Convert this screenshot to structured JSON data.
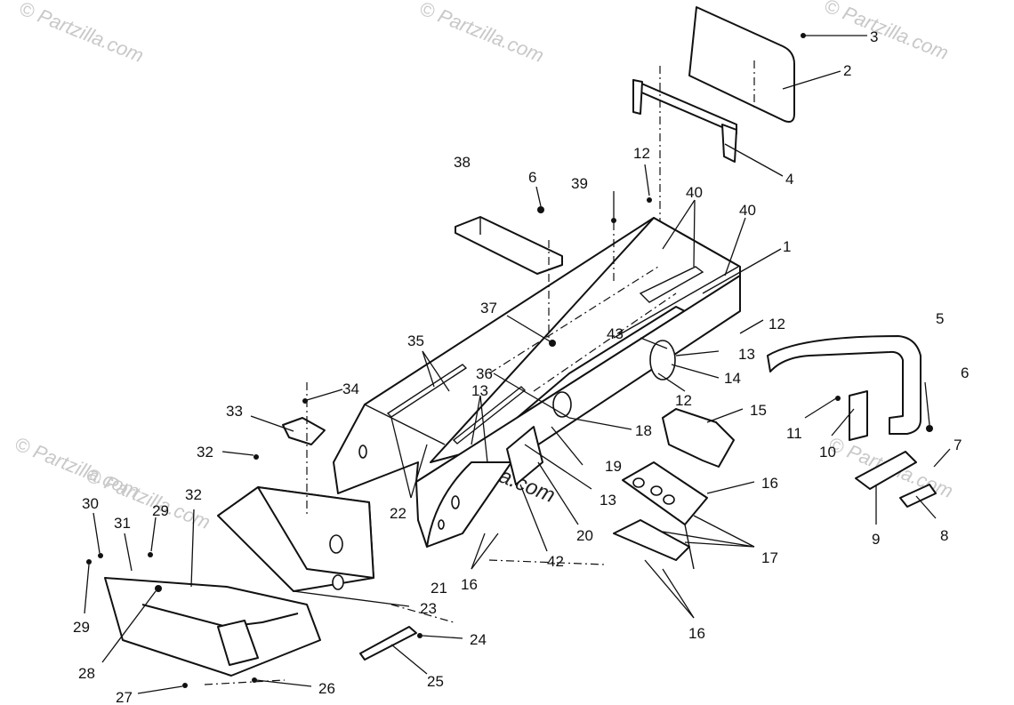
{
  "watermarks": {
    "w1": "© Partzilla.com",
    "w2": "© Partzilla.com",
    "w3": "© Partzilla.com",
    "w4": "© Partzilla.com",
    "w5": "© Partzilla.com",
    "w6": "© Partzilla.com",
    "center": "© Partzilla.com"
  },
  "callouts": {
    "c1": "1",
    "c2": "2",
    "c3": "3",
    "c4": "4",
    "c5": "5",
    "c6a": "6",
    "c6b": "6",
    "c7": "7",
    "c8": "8",
    "c9": "9",
    "c10": "10",
    "c11": "11",
    "c12a": "12",
    "c12b": "12",
    "c12c": "12",
    "c13a": "13",
    "c13b": "13",
    "c13c": "13",
    "c14": "14",
    "c15": "15",
    "c16a": "16",
    "c16b": "16",
    "c16c": "16",
    "c17": "17",
    "c18": "18",
    "c19": "19",
    "c20": "20",
    "c21": "21",
    "c22": "22",
    "c23": "23",
    "c24": "24",
    "c25": "25",
    "c26": "26",
    "c27": "27",
    "c28": "28",
    "c29a": "29",
    "c29b": "29",
    "c30": "30",
    "c31": "31",
    "c32a": "32",
    "c32b": "32",
    "c33": "33",
    "c34": "34",
    "c35": "35",
    "c36": "36",
    "c37": "37",
    "c38": "38",
    "c39": "39",
    "c40a": "40",
    "c40b": "40",
    "c42": "42",
    "c43": "43"
  }
}
